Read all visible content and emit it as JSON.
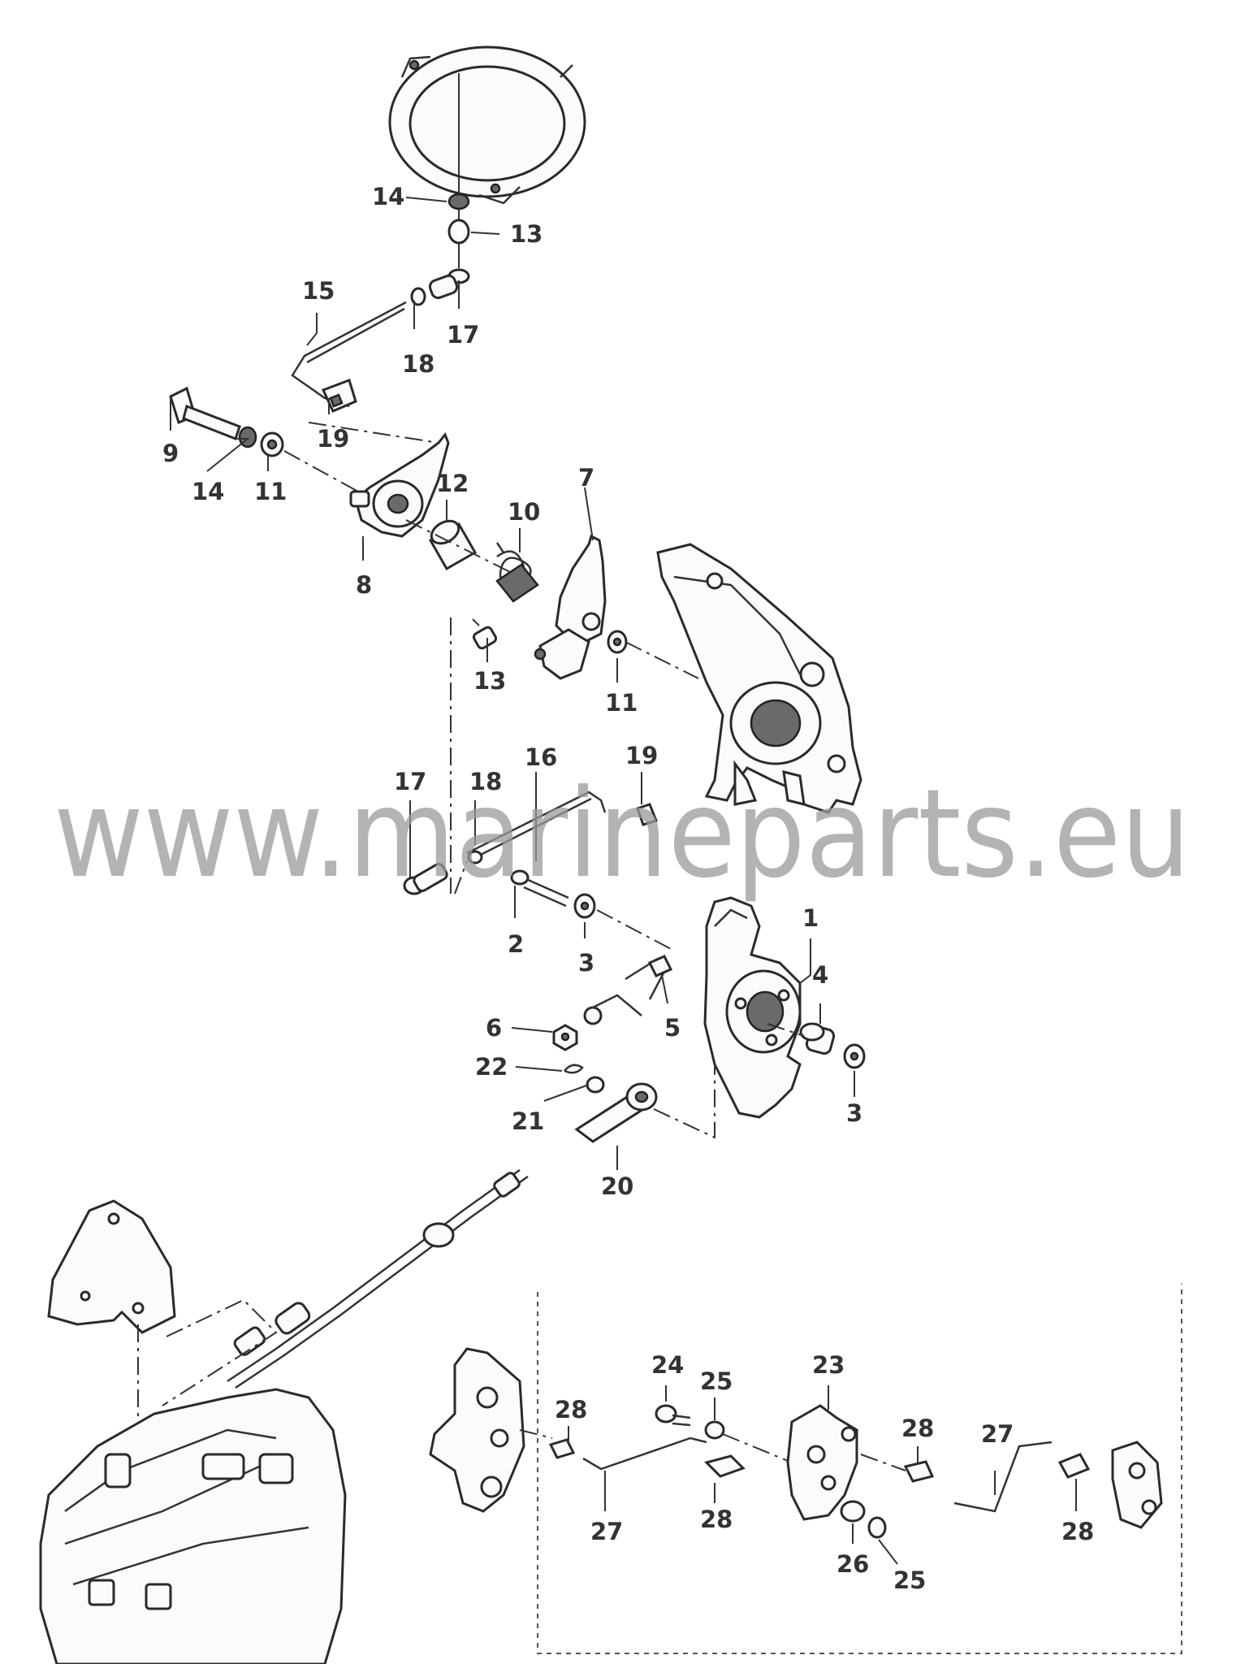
{
  "watermark": "www.marineparts.eu",
  "callouts": [
    {
      "id": "c14a",
      "text": "14"
    },
    {
      "id": "c13a",
      "text": "13"
    },
    {
      "id": "c15",
      "text": "15"
    },
    {
      "id": "c18a",
      "text": "18"
    },
    {
      "id": "c17a",
      "text": "17"
    },
    {
      "id": "c19a",
      "text": "19"
    },
    {
      "id": "c9",
      "text": "9"
    },
    {
      "id": "c14b",
      "text": "14"
    },
    {
      "id": "c11a",
      "text": "11"
    },
    {
      "id": "c12",
      "text": "12"
    },
    {
      "id": "c10",
      "text": "10"
    },
    {
      "id": "c7",
      "text": "7"
    },
    {
      "id": "c8",
      "text": "8"
    },
    {
      "id": "c13b",
      "text": "13"
    },
    {
      "id": "c11b",
      "text": "11"
    },
    {
      "id": "c17b",
      "text": "17"
    },
    {
      "id": "c18b",
      "text": "18"
    },
    {
      "id": "c16",
      "text": "16"
    },
    {
      "id": "c19b",
      "text": "19"
    },
    {
      "id": "c1",
      "text": "1"
    },
    {
      "id": "c2",
      "text": "2"
    },
    {
      "id": "c3a",
      "text": "3"
    },
    {
      "id": "c4",
      "text": "4"
    },
    {
      "id": "c5",
      "text": "5"
    },
    {
      "id": "c6",
      "text": "6"
    },
    {
      "id": "c3b",
      "text": "3"
    },
    {
      "id": "c22",
      "text": "22"
    },
    {
      "id": "c21",
      "text": "21"
    },
    {
      "id": "c20",
      "text": "20"
    },
    {
      "id": "c24",
      "text": "24"
    },
    {
      "id": "c25a",
      "text": "25"
    },
    {
      "id": "c23",
      "text": "23"
    },
    {
      "id": "c28a",
      "text": "28"
    },
    {
      "id": "c28b",
      "text": "28"
    },
    {
      "id": "c27a",
      "text": "27"
    },
    {
      "id": "c27b",
      "text": "27"
    },
    {
      "id": "c28c",
      "text": "28"
    },
    {
      "id": "c26",
      "text": "26"
    },
    {
      "id": "c25b",
      "text": "25"
    },
    {
      "id": "c28d",
      "text": "28"
    }
  ]
}
